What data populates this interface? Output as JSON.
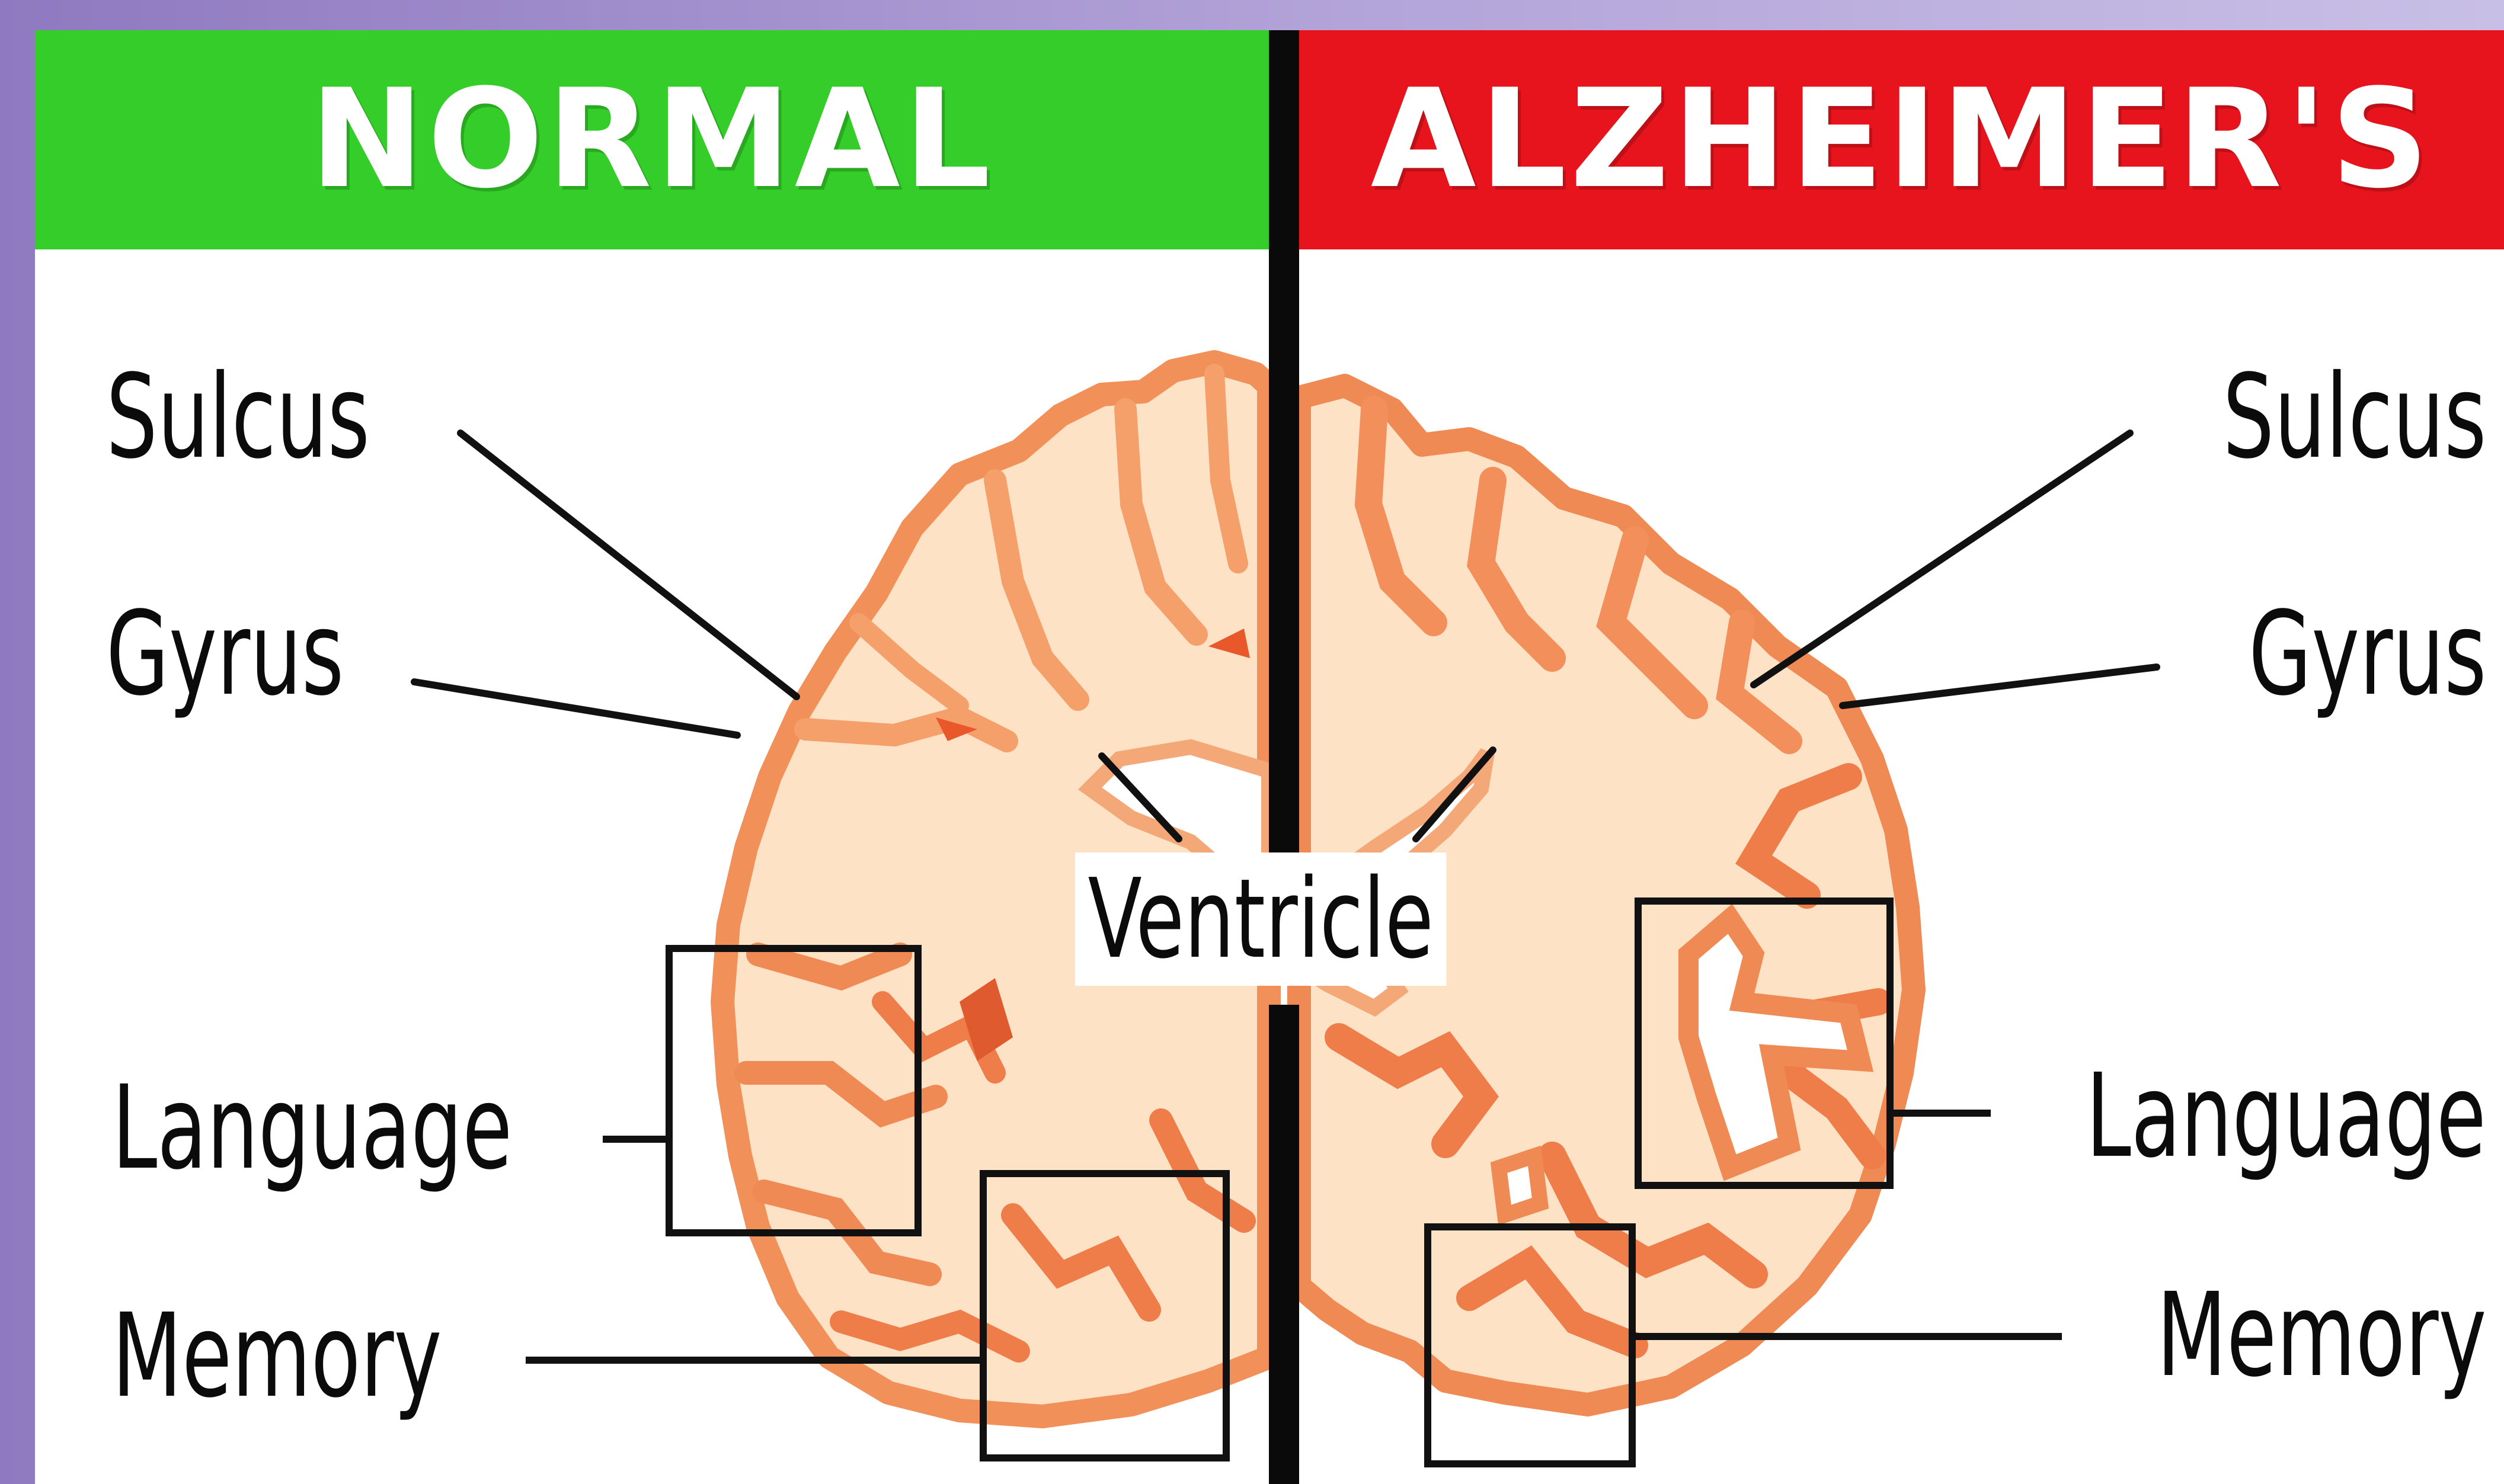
{
  "headers": {
    "left": "NORMAL",
    "right": "ALZHEIMER'S"
  },
  "labels": {
    "left": {
      "sulcus": "Sulcus",
      "gyrus": "Gyrus",
      "language": "Language",
      "memory": "Memory"
    },
    "right": {
      "sulcus": "Sulcus",
      "gyrus": "Gyrus",
      "language": "Language",
      "memory": "Memory"
    },
    "center": "Ventricle"
  },
  "colors": {
    "normal_header": "#35cd2a",
    "alzheimers_header": "#e8141d",
    "brain_fill": "#fde2c6",
    "brain_cortex": "#f59a63",
    "brain_outline": "#e85d2f"
  }
}
